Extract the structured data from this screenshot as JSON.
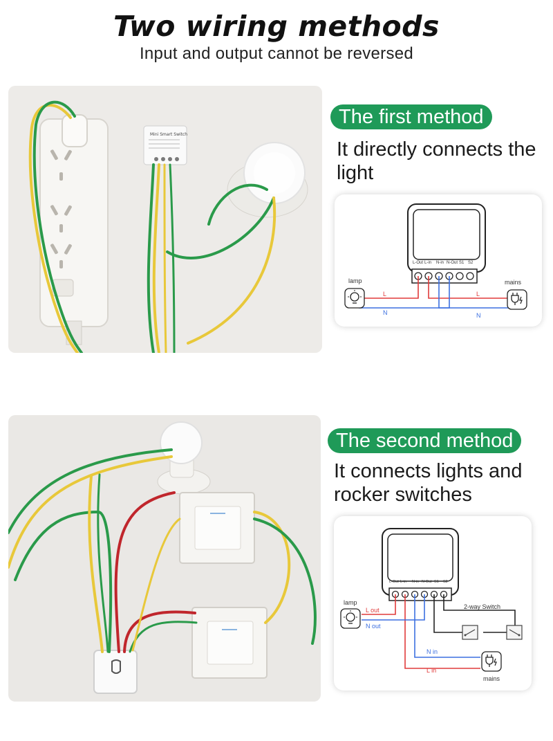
{
  "header": {
    "title": "Two wiring methods",
    "subtitle": "Input and output cannot be reversed"
  },
  "method1": {
    "label": "The first method",
    "description": "It directly connects the light",
    "photo": {
      "switch_label": "Mini Smart Switch"
    },
    "diagram": {
      "terminals": [
        "L-Out",
        "L-in",
        "N-in",
        "N-Out",
        "S1",
        "S2"
      ],
      "lamp_label": "lamp",
      "mains_label": "mains",
      "live_left": "L",
      "live_right": "L",
      "neutral_left": "N",
      "neutral_right": "N"
    }
  },
  "method2": {
    "label": "The second method",
    "description": "It connects lights and rocker switches",
    "diagram": {
      "terminals": [
        "L-Out",
        "L-in",
        "N-in",
        "N-Out",
        "S1",
        "S2"
      ],
      "lamp_label": "lamp",
      "mains_label": "mains",
      "switch_label": "2-way Switch",
      "l_out": "L out",
      "n_out": "N out",
      "n_in": "N in",
      "l_in": "L in"
    }
  },
  "colors": {
    "accent_green": "#1f9a58",
    "live_wire": "#e03a3a",
    "neutral_wire": "#3b6fe0",
    "wire_green": "#2a9a4a",
    "wire_yellow": "#e8c83a"
  },
  "icons": [
    "lamp-icon",
    "plug-icon",
    "switch-icon"
  ]
}
